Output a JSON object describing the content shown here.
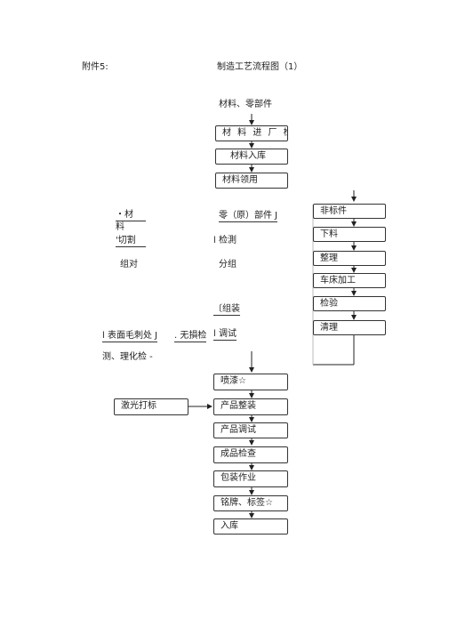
{
  "header": {
    "attachment": "附件5:",
    "title": "制造工艺流程图（1）"
  },
  "main_flow": {
    "start": "材料、零部件",
    "steps": [
      "材 料 进 厂 检",
      "材料入库",
      "材料领用"
    ]
  },
  "side_flow": {
    "items": [
      "非标件",
      "下料",
      "整理",
      "车床加工",
      "检验",
      "清理"
    ]
  },
  "left_column": {
    "material_a": "・材",
    "material_b": "料",
    "cutting": "'切割",
    "assembly_check": "组对"
  },
  "mid_column": {
    "parts": "零（原）部件 J",
    "inspect": "l 检測",
    "grouping": "分组",
    "assemble": "〔组装",
    "debug": "l 调试"
  },
  "surface_line": {
    "text_a": "l 表面毛刺处 J",
    "text_b": ". 无損检",
    "text_c": "测、理化检  -"
  },
  "final_flow": {
    "steps": [
      "喷漆☆",
      "产品整装",
      "产品调试",
      "成品检查",
      "包装作业",
      "铭牌、标签☆",
      "入库"
    ],
    "laser": "激光打标"
  }
}
